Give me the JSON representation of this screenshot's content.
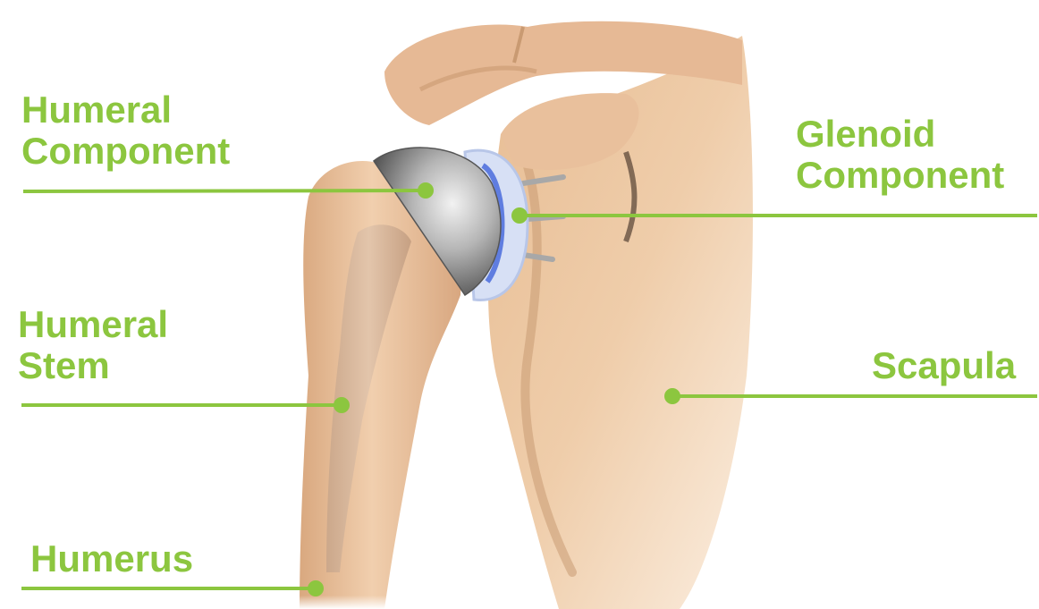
{
  "labels": {
    "humeral_component": {
      "line1": "Humeral",
      "line2": "Component"
    },
    "glenoid_component": {
      "line1": "Glenoid",
      "line2": "Component"
    },
    "humeral_stem": {
      "line1": "Humeral",
      "line2": "Stem"
    },
    "scapula": {
      "line1": "Scapula"
    },
    "humerus": {
      "line1": "Humerus"
    }
  },
  "colors": {
    "label_green": "#8cc63f",
    "bone": "#e8c19a",
    "bone_shadow": "#c99a72",
    "implant_metal": "#9a9a9a",
    "glenoid_liner": "#d7e0f5"
  }
}
